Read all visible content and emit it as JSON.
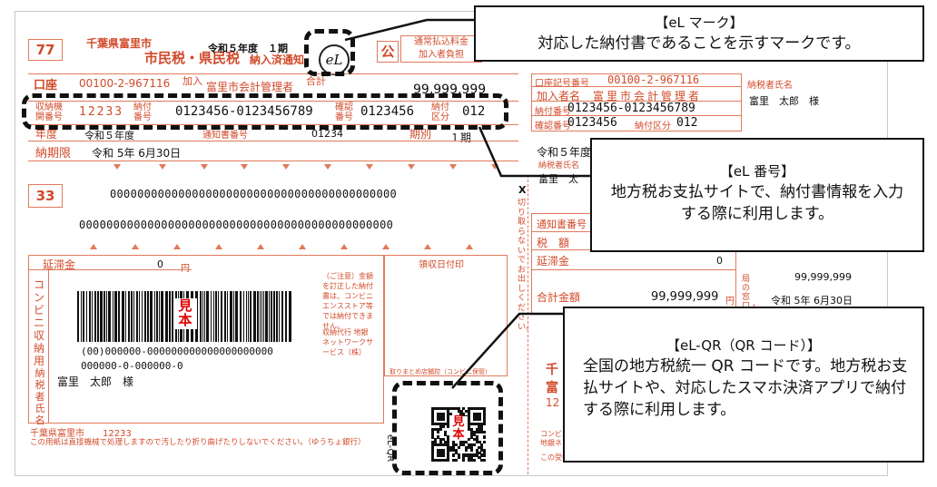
{
  "form": {
    "code_top": "77",
    "code_mid": "33",
    "municipality": "千葉県富里市",
    "tax_name": "市民税・県民税",
    "notice_title": "納入済通知",
    "era_period": "令和５年度　１期",
    "el_mark": "eL",
    "seal": "公",
    "kanyu": "加入",
    "fee_note_1": "通常払込料金",
    "fee_note_2": "加入者負担",
    "account_label": "口座",
    "account_number": "00100-2-967116",
    "payee_label": "加入者",
    "payee": "富里市会計管理者",
    "total_label": "合計",
    "amount_main": "99,999,999",
    "inst_label": "収納機関番号",
    "inst_number": "12233",
    "nofu_label": "納付番号",
    "nofu_number": "0123456-0123456789",
    "confirm_label": "確認番号",
    "confirm_number": "0123456",
    "kubun_label": "納付区分",
    "kubun_number": "012",
    "year_label": "年度",
    "year_value": "令和５年度",
    "notice_num_label": "通知書番号",
    "notice_num_value": "01234",
    "period_label": "期別",
    "period_value": "１期",
    "deadline_label": "納期限",
    "deadline_value": "令和 5年 6月30日",
    "ocr_line_1": "000000000000000000000000000000000000000000",
    "ocr_line_2": "0000000000000000000000000000000000000000000000",
    "late_label": "延滞金",
    "late_value": "0",
    "yen": "円",
    "receipt_stamp_label": "領収日付印",
    "conveni_label": "コンビニ収納用",
    "mihon": "見本",
    "barcode_num_1": "(00)000000-000000000000000000000",
    "barcode_num_2": "000000-0-000000-0",
    "caution_text": "（ご注意）金額を訂正した納付書は、コンビニエンスストア等では納付できません。",
    "agent_text": "収納代行 地銀ネットワークサービス（株）",
    "taxpayer_label": "納税者氏名",
    "taxpayer_name": "富里　太郎　様",
    "footer_1": "千葉県富里市　　12233",
    "footer_2": "この用紙は直接機械で処理しますので汚したり折り曲げたりしないでください。（ゆうちょ銀行）",
    "conveni_note": "取りまとめ店舗控（コンビニ保管）",
    "el_qr_label": "eL-QR",
    "cut_note": "切り取らないでお出しください。",
    "cut_x": "X"
  },
  "stub": {
    "account_label": "口座記号番号",
    "account_number": "00100-2-967116",
    "payee_label": "加入者名",
    "payee": "富里市会計管理者",
    "taxpayer_label": "納税者氏名",
    "taxpayer_name": "富里　太郎　様",
    "nofu_label": "納付番号",
    "nofu_number": "0123456-0123456789",
    "confirm_label": "確認番号",
    "confirm_number": "0123456",
    "kubun_label": "納付区分",
    "kubun_number": "012",
    "year_value": "令和５年度",
    "taxpayer_label_2": "納税者氏名",
    "taxpayer_partial": "富里　太",
    "notice_num_label": "通知書番号",
    "tax_label": "税　額",
    "late_label": "延滞金",
    "late_value": "0",
    "total_label": "合計金額",
    "total_value": "99,999,999",
    "yen": "円",
    "amount_right": "99,999,999",
    "deadline_right": "令和 5年 6月30日",
    "window_note": "局の窓口・ATM",
    "bottom_partial_1": "千",
    "bottom_partial_2": "富",
    "bottom_partial_3": "12",
    "conveni_note_2": "コンビニ収納代行",
    "agent_note_2": "地銀ネットワ",
    "bottom_note": "この受領証は、大"
  },
  "callouts": {
    "el_mark_title": "【eL マーク】",
    "el_mark_body": "対応した納付書であることを示すマークです。",
    "el_number_title": "【eL 番号】",
    "el_number_body": "地方税お支払サイトで、納付書情報を入力する際に利用します。",
    "el_qr_title": "【eL-QR（QR コード）】",
    "el_qr_body": "全国の地方税統一 QR コードです。地方税お支払サイトや、対応したスマホ決済アプリで納付する際に利用します。"
  }
}
